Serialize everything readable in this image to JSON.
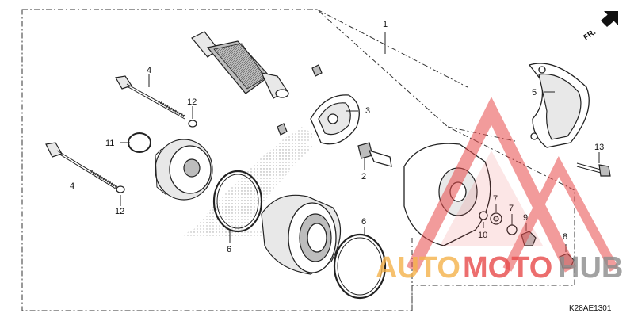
{
  "diagram": {
    "diagram_code": "K28AE1301",
    "front_indicator": "FR.",
    "callouts": {
      "c1": "1",
      "c2": "2",
      "c3": "3",
      "c4_upper": "4",
      "c4_lower": "4",
      "c5": "5",
      "c6_left": "6",
      "c6_right": "6",
      "c7_a": "7",
      "c7_b": "7",
      "c8": "8",
      "c9": "9",
      "c10": "10",
      "c11": "11",
      "c12_upper": "12",
      "c12_lower": "12",
      "c13": "13"
    }
  },
  "watermark": {
    "text_a": "AUTO",
    "text_b": "MOTO",
    "text_c": "HUB",
    "color_orange": "#f5b24a",
    "color_red": "#e84a4a",
    "color_gray": "#8c8c8c"
  }
}
